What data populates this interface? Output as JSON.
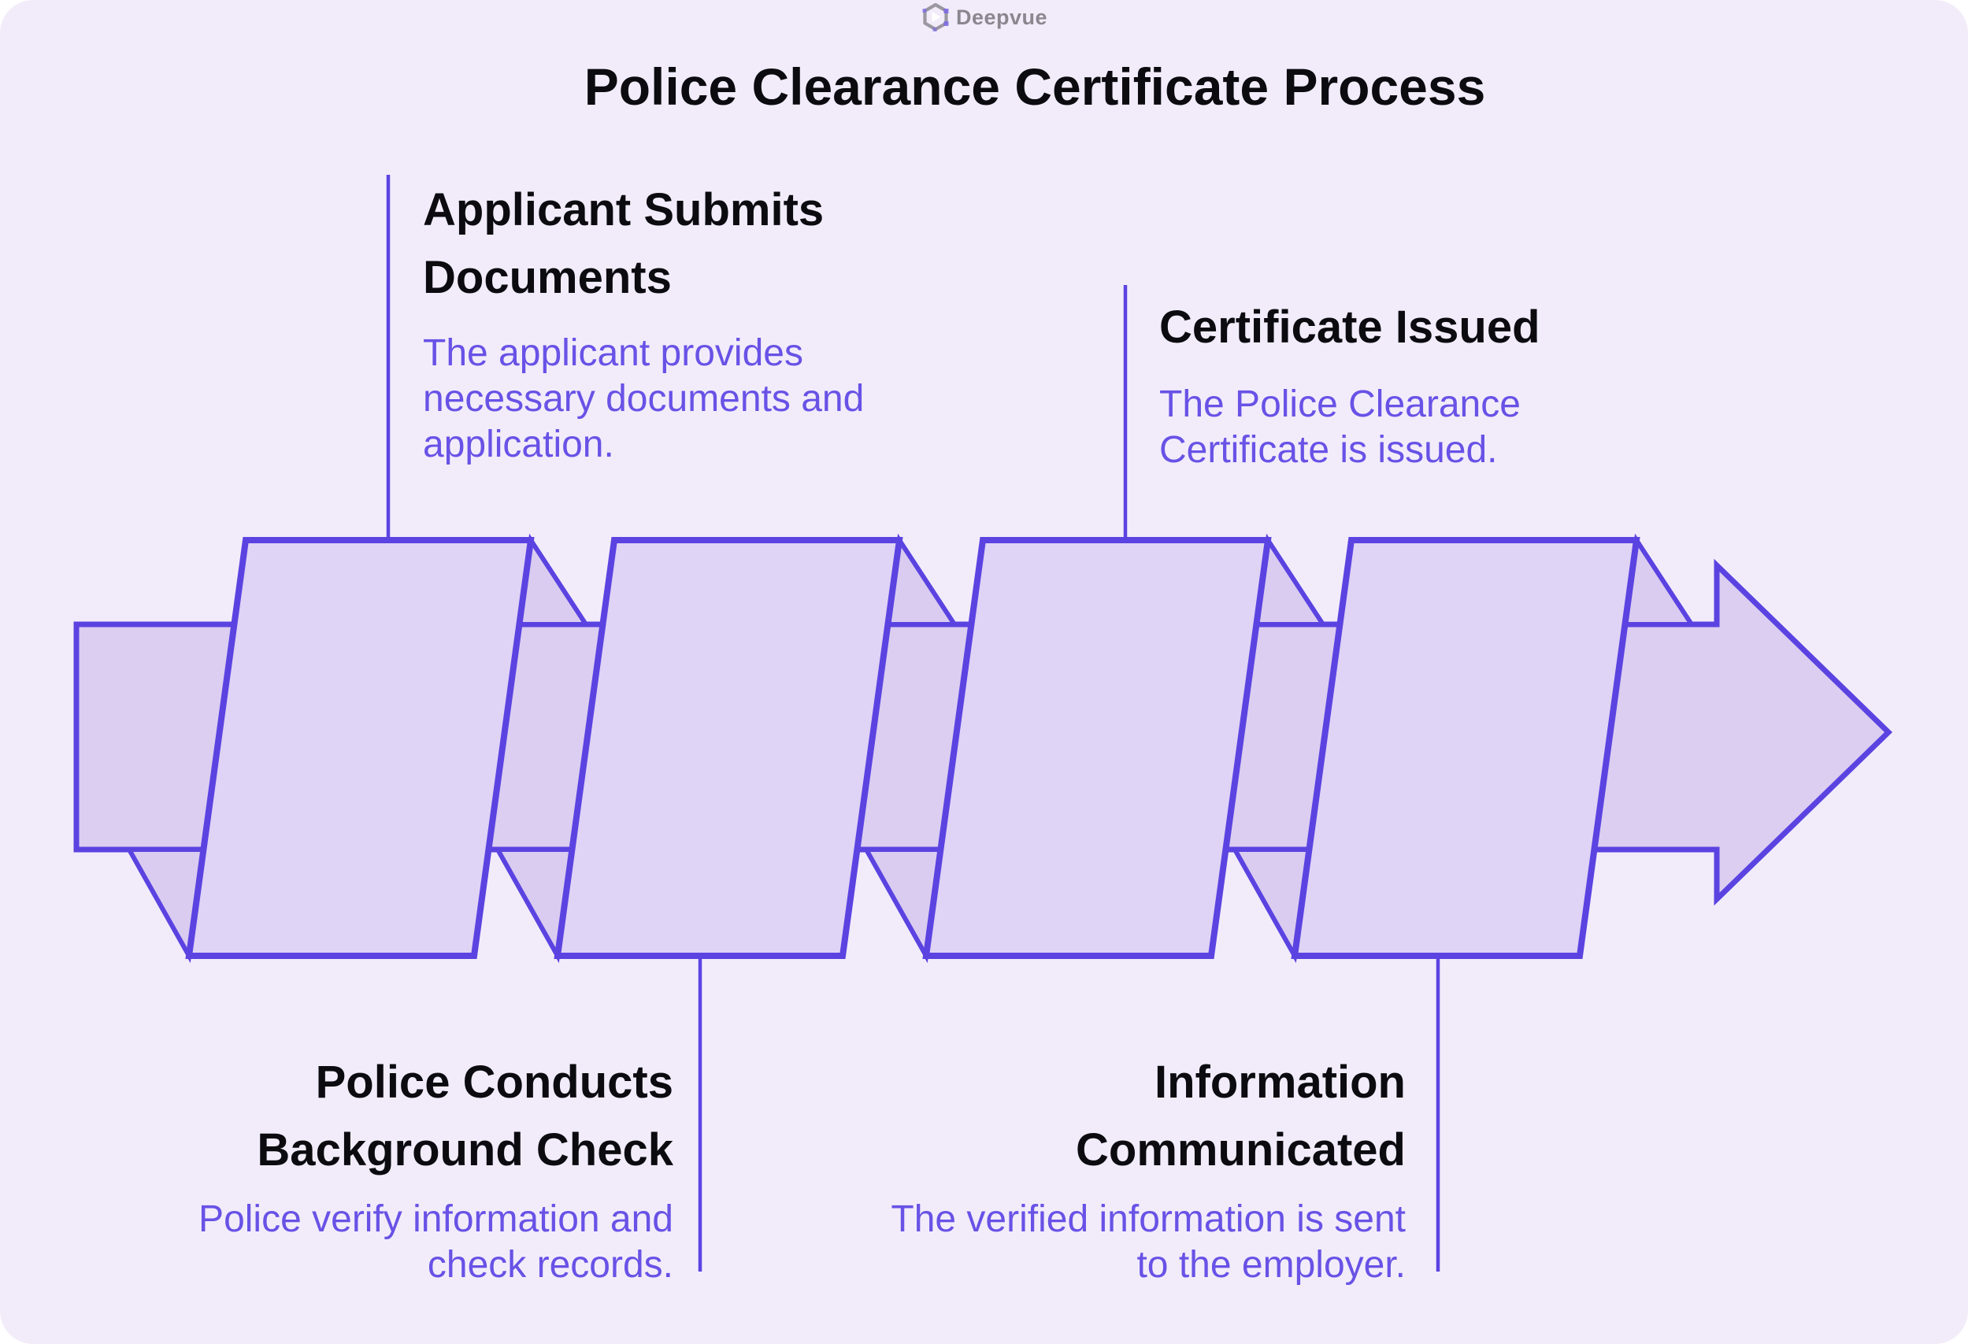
{
  "page": {
    "background_color": "#F2ECFA",
    "accent_color": "#5B43E1",
    "ribbon_fill": "#DBCEF1",
    "fold_fill": "#DFD3F6",
    "description_text_color": "#6852E6",
    "heading_text_color": "#0b0b10"
  },
  "logo": {
    "brand": "Deepvue",
    "icon": "deepvue-hexagon-icon"
  },
  "title": "Police Clearance Certificate Process",
  "steps": [
    {
      "heading": "Applicant Submits Documents",
      "description": "The applicant provides necessary documents and application.",
      "position": "top"
    },
    {
      "heading": "Police Conducts Background Check",
      "description": "Police verify information and check records.",
      "position": "bottom"
    },
    {
      "heading": "Certificate Issued",
      "description": "The Police Clearance Certificate is issued.",
      "position": "top"
    },
    {
      "heading": "Information Communicated",
      "description": "The verified information is sent to the employer.",
      "position": "bottom"
    }
  ]
}
